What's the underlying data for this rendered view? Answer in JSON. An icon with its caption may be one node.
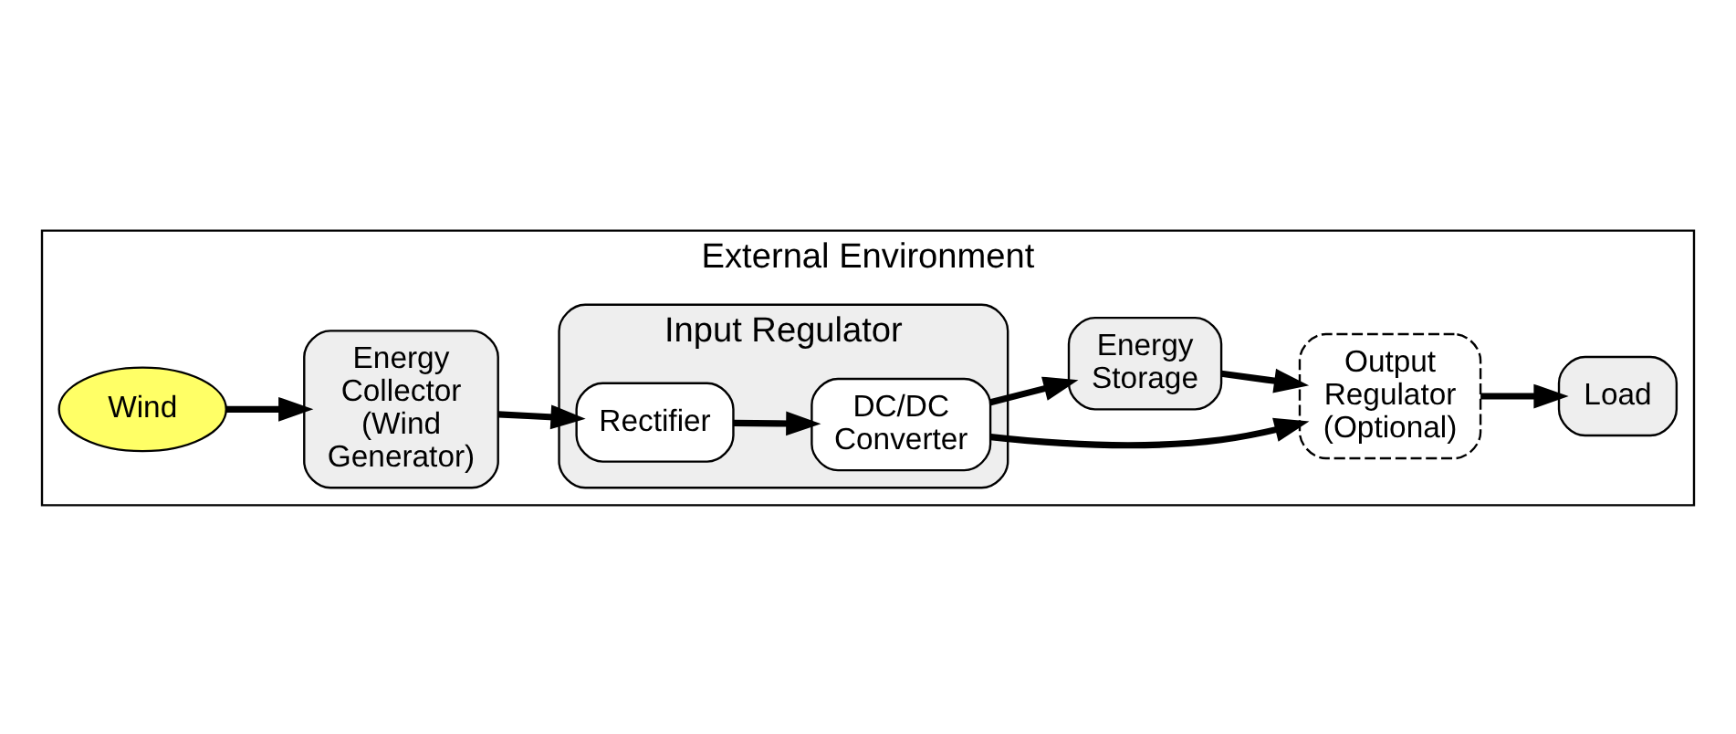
{
  "diagram": {
    "nodes": [
      {
        "text": [
          "External Environment"
        ]
      },
      {
        "text": [
          "Wind"
        ],
        "in": 0
      },
      {
        "text": [
          "Energy Collector (Wind Generator)"
        ],
        "in": 0
      },
      {
        "text": [
          "Input Regulator"
        ],
        "in": 0
      },
      {
        "text": [
          "Rectifier"
        ],
        "in": 3
      },
      {
        "text": [
          "DC/DC Converter"
        ],
        "in": 3
      },
      {
        "text": [
          "Output Regulator (Optional)"
        ],
        "in": 0
      },
      {
        "text": [
          "Load"
        ],
        "in": 0
      },
      {
        "text": [
          "Energy Storage"
        ],
        "in": 0
      }
    ],
    "edges": [
      {
        "from": 1,
        "to": 2,
        "arrow": "to"
      },
      {
        "from": 2,
        "to": 4,
        "arrow": "to"
      },
      {
        "from": 4,
        "to": 5,
        "arrow": "to"
      },
      {
        "from": 5,
        "to": 6,
        "arrow": "to"
      },
      {
        "from": 5,
        "to": 8,
        "arrow": "to"
      },
      {
        "from": 8,
        "to": 6,
        "arrow": "to"
      },
      {
        "from": 6,
        "to": 7,
        "arrow": "to"
      }
    ]
  }
}
